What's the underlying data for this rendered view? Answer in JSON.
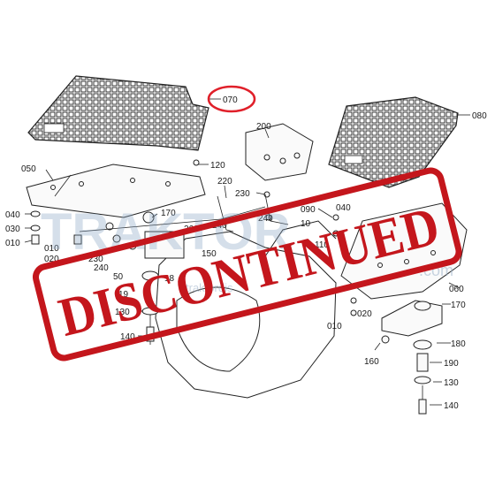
{
  "diagram": {
    "part_labels": {
      "p070": "070",
      "p080": "080",
      "p050": "050",
      "p120": "120",
      "p200": "200",
      "p220": "220",
      "p230a": "230",
      "p040a": "040",
      "p030a": "030",
      "p010a": "010",
      "p010b": "010",
      "p020a": "020",
      "p170a": "170",
      "p240a": "240",
      "p260": "260",
      "p150a": "150",
      "p230b": "230",
      "p240b": "240",
      "p090": "090",
      "p100": "10",
      "p110": "110",
      "p010c": "010",
      "p020b": "020",
      "p060": "060",
      "p170b": "170",
      "p180a": "18",
      "p190a": "19",
      "p130a": "130",
      "p140a": "140",
      "p180b": "180",
      "p190b": "190",
      "p130b": "130",
      "p140b": "140",
      "p160": "160",
      "p040b": "040",
      "p240c": "240",
      "p150b": "50"
    },
    "highlight_color": "#e0202a"
  },
  "watermark": {
    "brand": "TRAKTOR",
    "site_suffix": ".com",
    "site_name": "traktordis"
  },
  "stamp": {
    "text": "DISCONTINUED",
    "color": "#c4161c"
  }
}
